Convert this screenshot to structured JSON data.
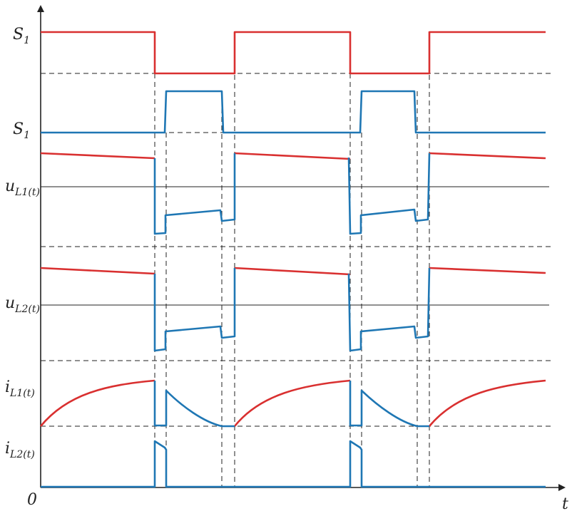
{
  "chart_data": {
    "type": "timing-diagram",
    "x_axis_label": "t",
    "origin_label": "0",
    "signals": [
      {
        "name": "S",
        "subscript": "1",
        "color": "#d93030"
      },
      {
        "name": "S",
        "subscript": "1",
        "color": "#1f77b4"
      },
      {
        "name": "u",
        "subscript": "L1(",
        "subscript_var": "t",
        "subscript_close": ")",
        "colors": [
          "#d93030",
          "#1f77b4"
        ]
      },
      {
        "name": "u",
        "subscript": "L2(",
        "subscript_var": "t",
        "subscript_close": ")",
        "colors": [
          "#d93030",
          "#1f77b4"
        ]
      },
      {
        "name": "i",
        "subscript": "L1(",
        "subscript_var": "t",
        "subscript_close": ")",
        "colors": [
          "#d93030",
          "#1f77b4"
        ]
      },
      {
        "name": "i",
        "subscript": "L2(",
        "subscript_var": "t",
        "subscript_close": ")",
        "color": "#1f77b4"
      }
    ]
  }
}
